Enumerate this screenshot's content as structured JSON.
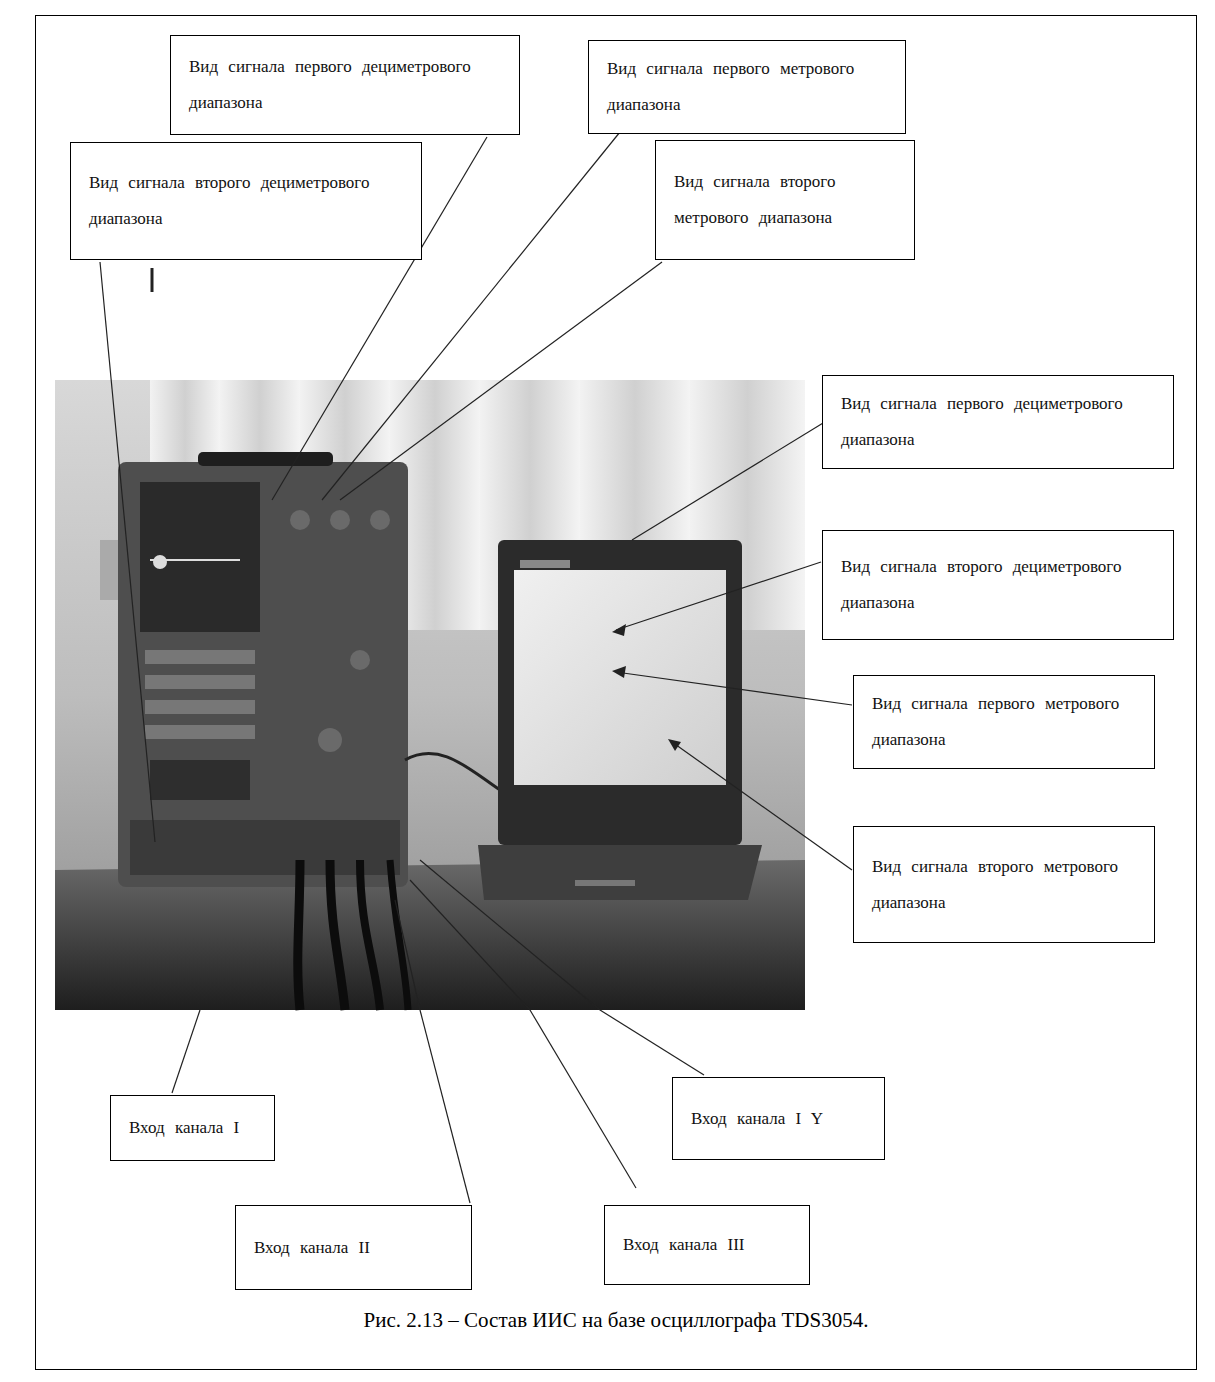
{
  "diagram": {
    "caption": "Рис. 2.13 – Состав ИИС на базе осциллографа TDS3054.",
    "nodes": [
      {
        "text": [
          "Вид сигнала первого дециметрового диапазона"
        ]
      },
      {
        "text": [
          "Вид сигнала первого метрового диапазона"
        ]
      },
      {
        "text": [
          "Вид сигнала второго дециметрового диапазона"
        ]
      },
      {
        "text": [
          "Вид сигнала второго метрового диапазона"
        ]
      },
      {
        "text": [
          "Вид сигнала первого дециметрового диапазона"
        ]
      },
      {
        "text": [
          "Вид сигнала второго дециметрового диапазона"
        ]
      },
      {
        "text": [
          "Вид сигнала первого метрового диапазона"
        ]
      },
      {
        "text": [
          "Вид сигнала второго метрового диапазона"
        ]
      },
      {
        "text": [
          "Вход канала I"
        ]
      },
      {
        "text": [
          "Вход канала II"
        ]
      },
      {
        "text": [
          "Вход канала III"
        ]
      },
      {
        "text": [
          "Вход канала I Y"
        ]
      }
    ]
  }
}
